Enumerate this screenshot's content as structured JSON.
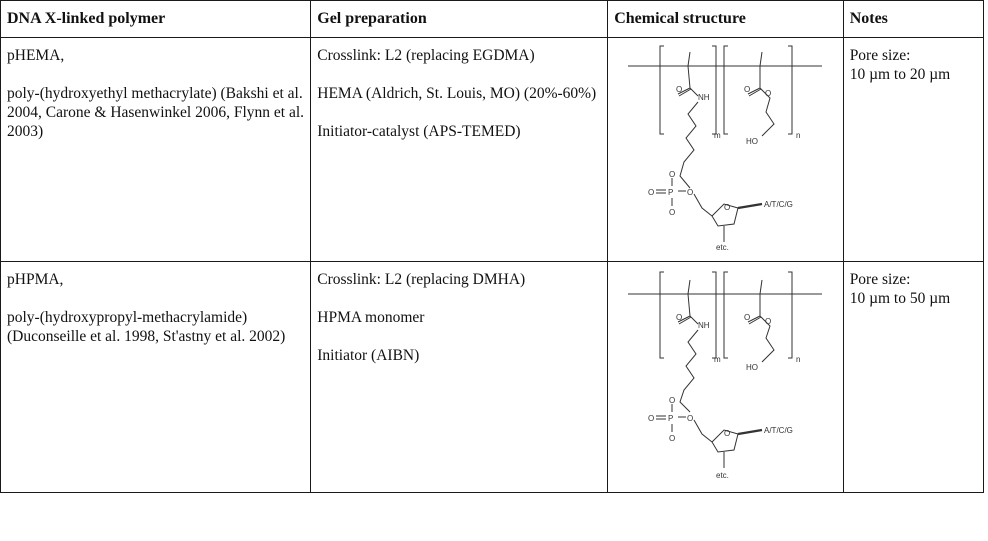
{
  "table": {
    "headers": [
      "DNA X-linked polymer",
      "Gel preparation",
      "Chemical structure",
      "Notes"
    ],
    "rows": [
      {
        "polymer_abbrev": "pHEMA,",
        "polymer_name": "poly-(hydroxyethyl methacrylate) (Bakshi et al. 2004, Carone & Hasenwinkel 2006, Flynn et al. 2003)",
        "prep": [
          "Crosslink: L2 (replacing EGDMA)",
          "HEMA (Aldrich, St. Louis, MO) (20%-60%)",
          "Initiator-catalyst (APS-TEMED)"
        ],
        "structure": {
          "o": "O",
          "nh": "NH",
          "ho": "HO",
          "p": "P",
          "m": "m",
          "n": "n",
          "base": "A/T/C/G",
          "etc": "etc."
        },
        "notes": [
          "Pore size:",
          "10 µm to 20 µm"
        ]
      },
      {
        "polymer_abbrev": "pHPMA,",
        "polymer_name": "poly-(hydroxypropyl-methacrylamide) (Duconseille et al. 1998, St'astny et al. 2002)",
        "prep": [
          "Crosslink: L2 (replacing DMHA)",
          "HPMA monomer",
          "Initiator (AIBN)"
        ],
        "structure": {
          "o": "O",
          "nh": "NH",
          "ho": "HO",
          "p": "P",
          "m": "m",
          "n": "n",
          "base": "A/T/C/G",
          "etc": "etc."
        },
        "notes": [
          "Pore size:",
          "10 µm to 50 µm"
        ]
      }
    ]
  }
}
